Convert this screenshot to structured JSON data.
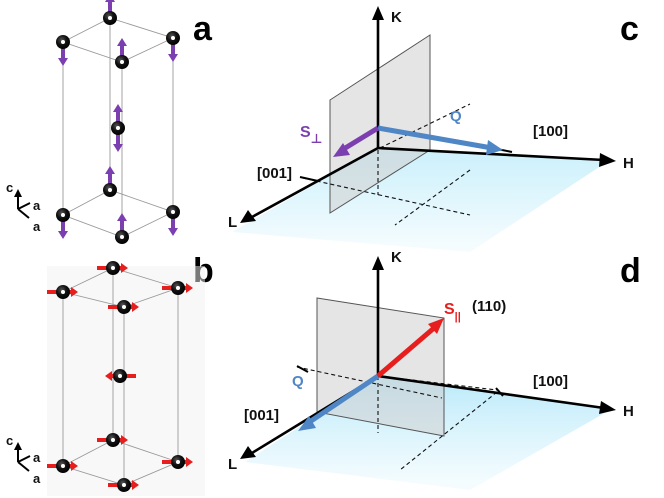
{
  "panels": {
    "a": {
      "letter": "a",
      "axis_c": "c",
      "axis_a1": "a",
      "axis_a2": "a"
    },
    "b": {
      "letter": "b",
      "axis_c": "c",
      "axis_a1": "a",
      "axis_a2": "a"
    },
    "c": {
      "letter": "c",
      "axis_K": "K",
      "axis_H": "H",
      "axis_L": "L",
      "dir_100": "[100]",
      "dir_001": "[001]",
      "vector_Q": "Q",
      "vector_S": "S",
      "vector_S_sub": "⊥"
    },
    "d": {
      "letter": "d",
      "axis_K": "K",
      "axis_H": "H",
      "axis_L": "L",
      "dir_100": "[100]",
      "dir_001": "[001]",
      "dir_110": "(110)",
      "vector_Q": "Q",
      "vector_S": "S",
      "vector_S_sub": "||"
    }
  },
  "colors": {
    "spin_a": "#7b3fb0",
    "spin_b": "#e61e1e",
    "Q": "#4f86c6",
    "S_perp": "#7b3fb0",
    "S_par": "#e61e1e",
    "plane_fill": "#c9f0fb",
    "wall_fill": "#d0d0d0",
    "atom": "#000000"
  }
}
